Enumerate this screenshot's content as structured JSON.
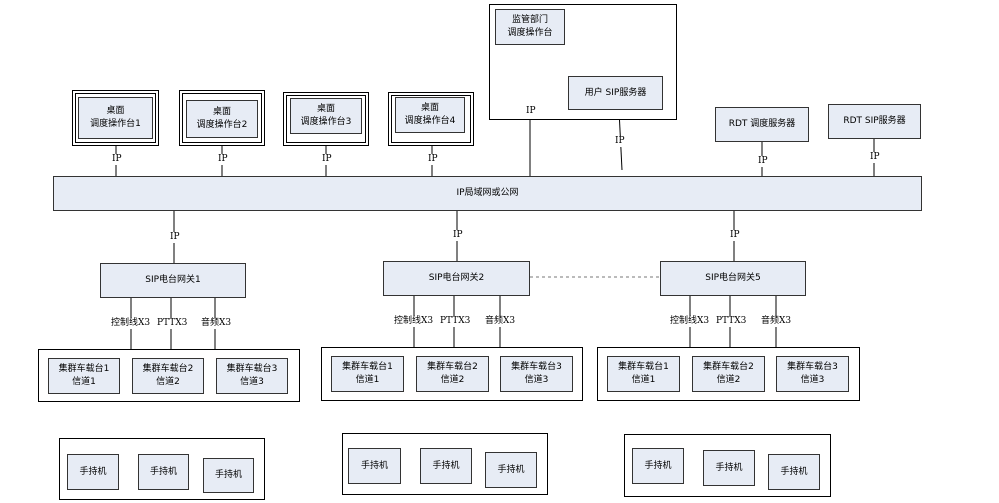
{
  "diagram": {
    "network": "IP局域网或公网",
    "ip_label": "IP",
    "monitor": {
      "console": "监管部门\n调度操作台",
      "sip_server": "用户  SIP服务器"
    },
    "desk_consoles": [
      "桌面\n调度操作台1",
      "桌面\n调度操作台2",
      "桌面\n调度操作台3",
      "桌面\n调度操作台4"
    ],
    "rdt_dispatch_server": "RDT 调度服务器",
    "rdt_sip_server": "RDT  SIP服务器",
    "gateways": [
      "SIP电台网关1",
      "SIP电台网关2",
      "SIP电台网关5"
    ],
    "links": {
      "control": "控制线X3",
      "ptt": "PTTX3",
      "audio": "音频X3"
    },
    "vehicle_stations": [
      "集群车载台1\n信道1",
      "集群车载台2\n信道2",
      "集群车载台3\n信道3"
    ],
    "handheld": "手持机"
  }
}
